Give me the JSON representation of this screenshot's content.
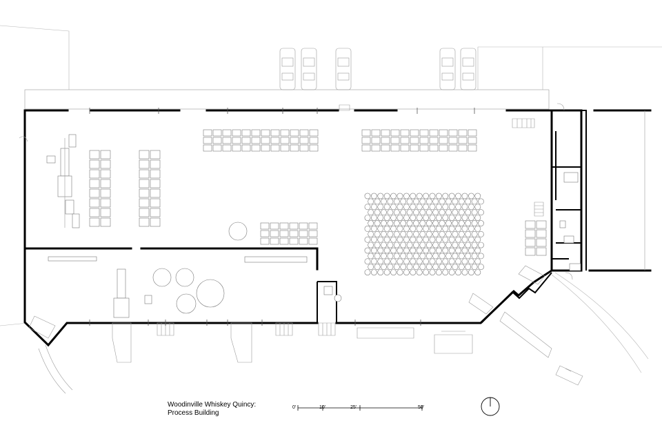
{
  "title": {
    "line1": "Woodinville Whiskey Quincy:",
    "line2": "Process Building"
  },
  "scale_bar": {
    "labels": [
      "0'",
      "10'",
      "25'",
      "50'"
    ]
  },
  "colors": {
    "walls": "#000000",
    "fixtures": "#777777",
    "context_lines": "#9a9a9a",
    "background": "#ffffff"
  },
  "icons": {
    "north_arrow": "north-arrow-icon",
    "vehicles": "car-icon",
    "barrels": "barrel-icon"
  }
}
